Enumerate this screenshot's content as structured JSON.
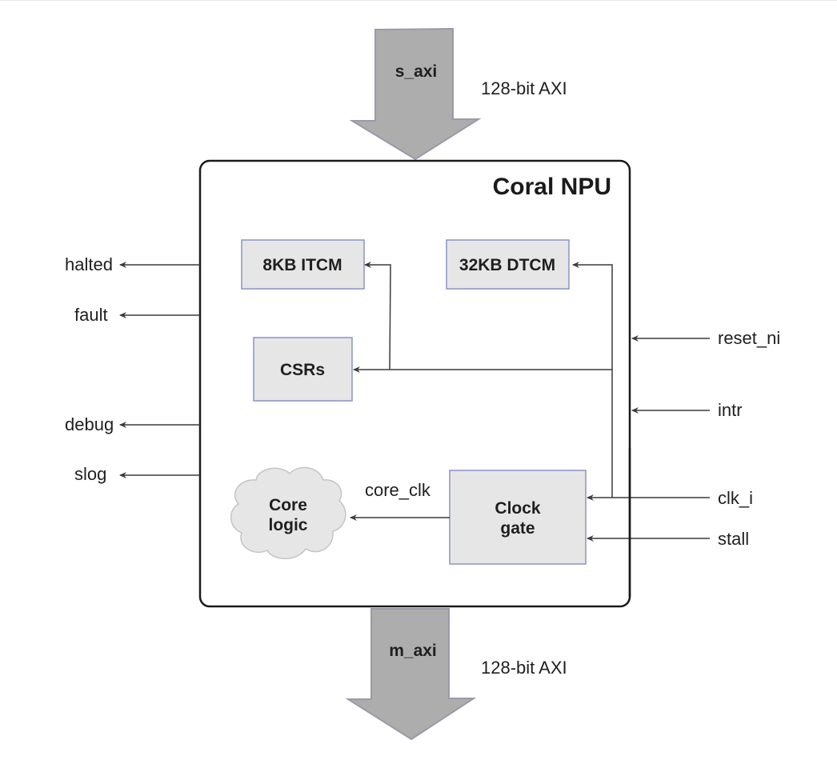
{
  "diagram": {
    "title": "Coral NPU",
    "buses": {
      "input": {
        "name": "s_axi",
        "width_label": "128-bit AXI",
        "direction": "in"
      },
      "output": {
        "name": "m_axi",
        "width_label": "128-bit AXI",
        "direction": "out"
      }
    },
    "blocks": {
      "itcm": "8KB ITCM",
      "dtcm": "32KB DTCM",
      "csrs": "CSRs",
      "clock_gate_line1": "Clock",
      "clock_gate_line2": "gate",
      "core_logic_line1": "Core",
      "core_logic_line2": "logic"
    },
    "internal_signals": {
      "core_clk": "core_clk"
    },
    "outputs": [
      "halted",
      "fault",
      "debug",
      "slog"
    ],
    "inputs": [
      "reset_ni",
      "intr",
      "clk_i",
      "stall"
    ],
    "colors": {
      "bus_arrow_fill": "#adadad",
      "bus_arrow_stroke": "#9a9aa8",
      "block_fill": "#e6e6e6",
      "block_border": "#8a93c6",
      "container_border": "#1a1a1a",
      "wire": "#3a3a3a"
    }
  }
}
